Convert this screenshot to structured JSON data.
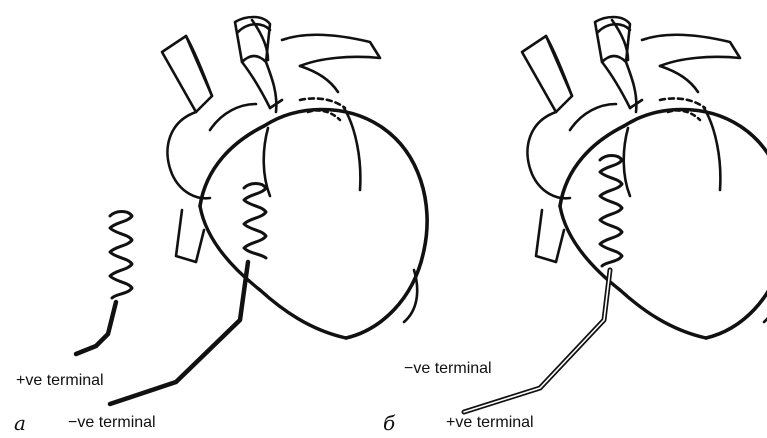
{
  "panels": [
    {
      "letter": "a",
      "label_free_electrode": "+ve terminal",
      "label_heart_electrode": "−ve terminal"
    },
    {
      "letter": "б",
      "label_heart_electrode": "−ve terminal",
      "label_lead_end": "+ve terminal"
    }
  ],
  "colors": {
    "line": "#111111",
    "background": "#ffffff",
    "coil_core": "#ffffff"
  },
  "icons": [
    "heart-illustration",
    "coil-electrode-icon",
    "lead-wire"
  ]
}
